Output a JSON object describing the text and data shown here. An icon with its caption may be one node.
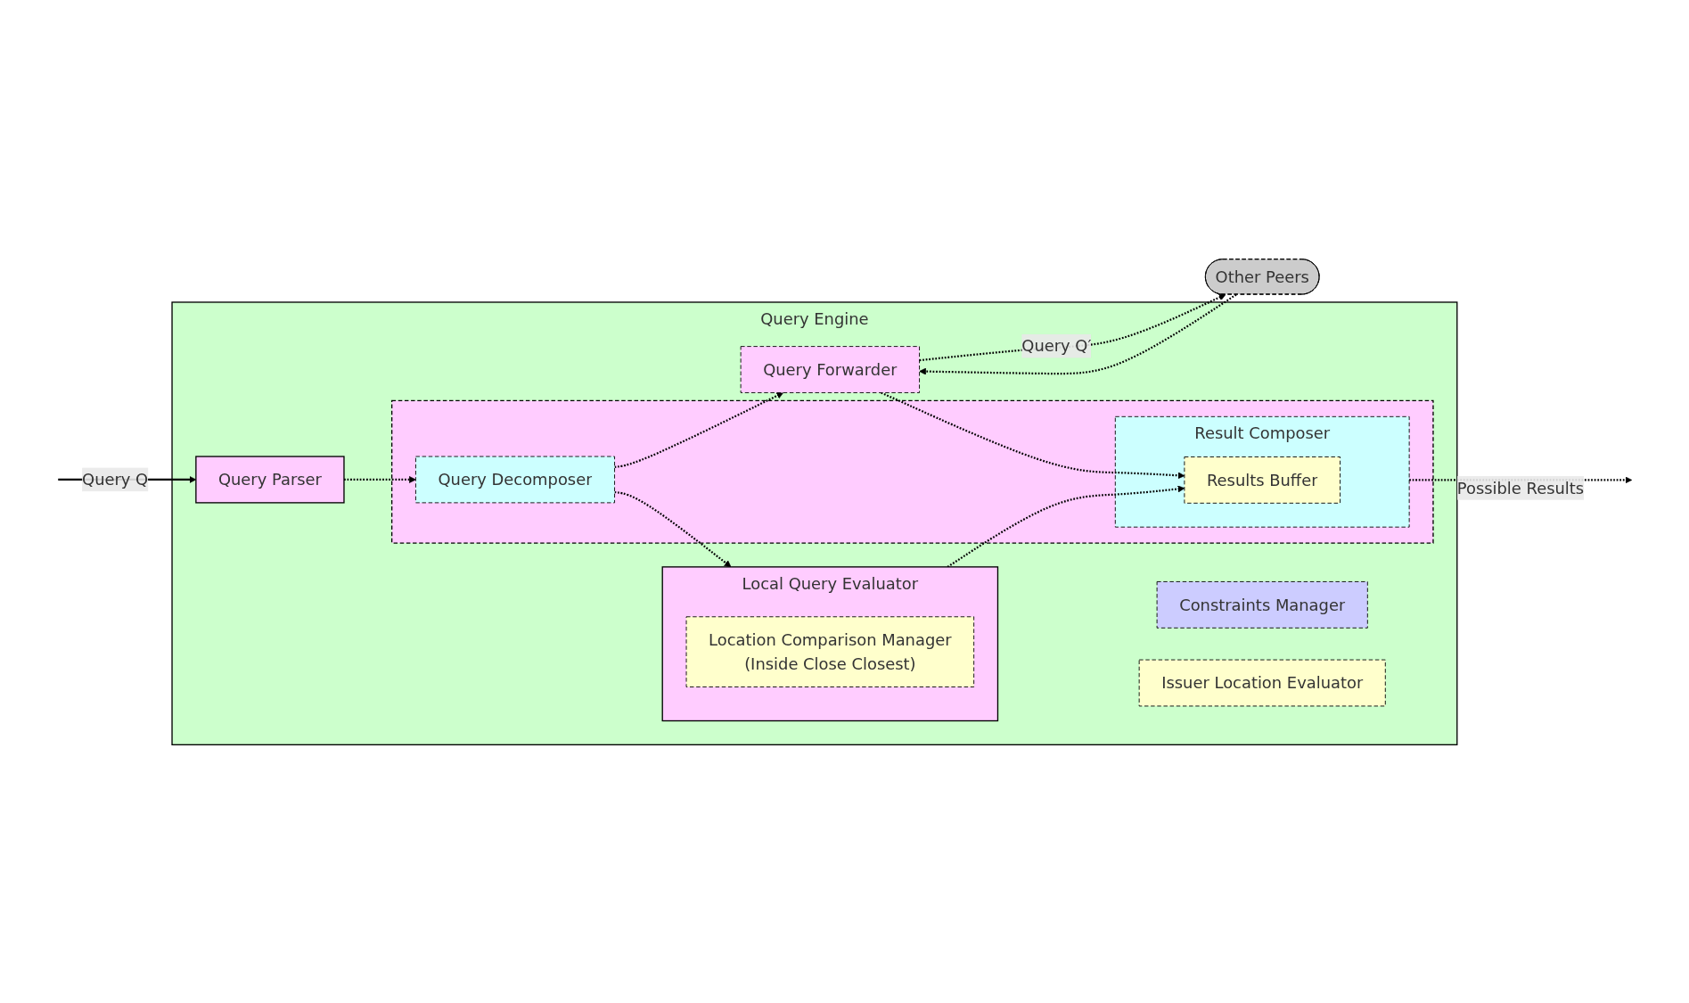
{
  "diagram": {
    "nodes": [
      {
        "text": [
          "Query Engine"
        ]
      },
      {
        "text": [
          "Constraints Manager"
        ],
        "in": 0
      },
      {
        "text": [
          "Query Parser"
        ],
        "in": 0
      },
      {
        "text": [],
        "shape": "box",
        "in": 0
      },
      {
        "text": [
          "Query Decomposer"
        ],
        "in": 3
      },
      {
        "text": [
          "Result Composer"
        ],
        "in": 3
      },
      {
        "text": [
          "Results Buffer"
        ],
        "in": 5
      },
      {
        "text": [
          "Issuer Location Evaluator"
        ],
        "in": 0
      },
      {
        "text": [
          "Local Query Evaluator"
        ],
        "in": 0
      },
      {
        "text": [
          "Location Comparison Manager",
          "(Inside Close Closest)"
        ],
        "in": 8
      },
      {
        "text": [
          "Query Forwarder"
        ],
        "in": 0
      },
      {
        "text": [
          "Other Peers"
        ]
      }
    ],
    "edges": [
      {
        "from": null,
        "to": 2,
        "arrow": "to",
        "label": "Query Q"
      },
      {
        "from": 2,
        "to": 4,
        "arrow": "to",
        "style": "dashed"
      },
      {
        "from": 4,
        "to": 8,
        "arrow": "to",
        "style": "dashed"
      },
      {
        "from": 4,
        "to": 10,
        "arrow": "to",
        "style": "dashed"
      },
      {
        "from": 8,
        "to": 6,
        "arrow": "to",
        "style": "dashed"
      },
      {
        "from": 10,
        "to": 6,
        "arrow": "to",
        "style": "dashed"
      },
      {
        "from": 5,
        "to": null,
        "arrow": "to",
        "style": "dashed",
        "label": "Possible Results"
      },
      {
        "from": 10,
        "to": 11,
        "arrow": "to",
        "style": "dashed",
        "label": "Query Q′"
      },
      {
        "from": 11,
        "to": 10,
        "arrow": "to",
        "style": "dashed"
      }
    ]
  }
}
